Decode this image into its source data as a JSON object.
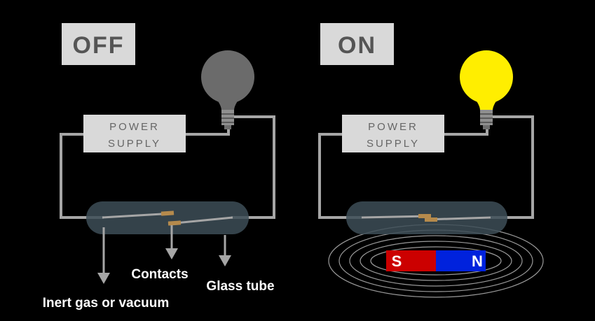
{
  "panels": {
    "off": {
      "state_label": "OFF",
      "power_supply_line1": "POWER",
      "power_supply_line2": "SUPPLY",
      "bulb_color": "#6b6b6b"
    },
    "on": {
      "state_label": "ON",
      "power_supply_line1": "POWER",
      "power_supply_line2": "SUPPLY",
      "bulb_color": "#ffee00"
    }
  },
  "callouts": {
    "inert_gas": "Inert gas or vacuum",
    "contacts": "Contacts",
    "glass_tube": "Glass tube"
  },
  "magnet": {
    "south_label": "S",
    "north_label": "N",
    "south_color": "#cc0000",
    "north_color": "#0022dd"
  },
  "colors": {
    "background": "#000000",
    "wire": "#a6a6a6",
    "label_box": "#d9d9d9",
    "glass_tube": "#3d4d57",
    "contact": "#b58a4c",
    "field_lines": "#9a9a9a"
  }
}
